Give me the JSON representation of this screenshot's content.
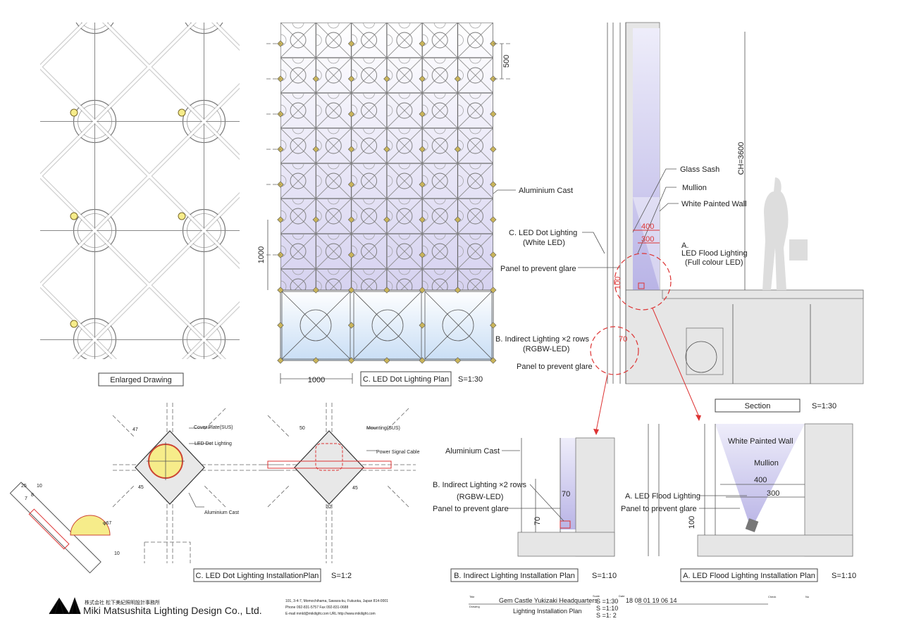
{
  "enlarged": {
    "label": "Enlarged Drawing"
  },
  "dot_plan": {
    "label": "C. LED Dot Lighting Plan",
    "scale": "S=1:30",
    "dim_module": "500",
    "dim_height": "1000",
    "dim_width": "1000"
  },
  "callouts": {
    "aluminium_cast": "Aluminium Cast",
    "dot_lighting_1": "C. LED Dot Lighting",
    "dot_lighting_2": "(White LED)",
    "panel_glare_1": "Panel to prevent glare",
    "indirect_1": "B. Indirect Lighting ×2 rows",
    "indirect_2": "(RGBW-LED)",
    "panel_glare_2": "Panel to prevent glare"
  },
  "section": {
    "label": "Section",
    "scale": "S=1:30",
    "ceiling_height": "CH=3600",
    "glass_sash": "Glass Sash",
    "mullion": "Mullion",
    "white_wall": "White Painted Wall",
    "dim_400": "400",
    "dim_300": "300",
    "flood_a": "A.",
    "flood_1": "LED Flood Lighting",
    "flood_2": "(Full colour LED)",
    "dim_100": "100",
    "dim_70": "70"
  },
  "install_c": {
    "label": "C. LED Dot Lighting InstallationPlan",
    "scale": "S=1:2",
    "cover_plate": "Cover Plate(SUS)",
    "led_dot": "LED Dot Lighting",
    "aluminium_cast": "Aluminium Cast",
    "mounting": "Mounting(SUS)",
    "power_cable": "Power Signal Cable",
    "dims": [
      "47",
      "45",
      "50",
      "45",
      "32",
      "25",
      "10",
      "8",
      "7",
      "10",
      "φ67"
    ]
  },
  "install_b": {
    "label": "B. Indirect Lighting Installation Plan",
    "scale": "S=1:10",
    "aluminium_cast": "Aluminium Cast",
    "indirect_1": "B. Indirect Lighting ×2 rows",
    "indirect_2": "(RGBW-LED)",
    "panel_glare": "Panel to prevent glare",
    "dim_70a": "70",
    "dim_70b": "70"
  },
  "install_a": {
    "label": "A. LED Flood Lighting Installation Plan",
    "scale": "S=1:10",
    "white_wall": "White Painted Wall",
    "mullion": "Mullion",
    "dim_400": "400",
    "dim_300": "300",
    "flood": "A. LED Flood Lighting",
    "panel_glare": "Panel to prevent glare",
    "dim_100": "100"
  },
  "company": {
    "name_jp": "株式会社 松下美紀照明設計事務所",
    "name": "Miki Matsushita Lighting Design Co., Ltd.",
    "address": "101, 3-4-7, Momochihama, Sawara-ku, Fukuoka, Japan 814-0001",
    "phone": "Phone 092-831-5757  Fax 092-831-0688",
    "email": "E-mail mmld@mikilight.com  URL http://www.mikilight.com"
  },
  "title_block": {
    "title_label": "Title",
    "title": "Gem Castle Yukizaki Headquarters",
    "drawing_label": "Drawing",
    "drawing": "Lighting Installation Plan",
    "scale_label": "Scale",
    "scales": [
      "S =1:30",
      "S =1:10",
      "S =1:  2"
    ],
    "date_label": "Date",
    "dates": "18 08 01    19 06 14",
    "check_label": "Check",
    "no_label": "No"
  },
  "colors": {
    "lavender": "#dcdaf2",
    "light_blue": "#dbe9f7",
    "led_yellow": "#f6ec8a",
    "dim_red": "#d33333"
  }
}
